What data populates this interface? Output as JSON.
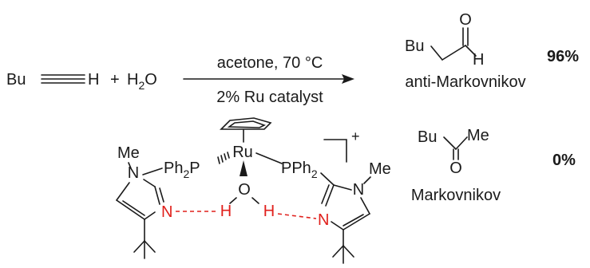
{
  "reaction": {
    "alkyne_bu": "Bu",
    "alkyne_h": "H",
    "plus_water_plus": "+",
    "water_h": "H",
    "water_sub": "2",
    "water_o": "O",
    "condition_top": "acetone, 70 °C",
    "condition_bottom": "2% Ru catalyst"
  },
  "products": {
    "anti": {
      "bu": "Bu",
      "o": "O",
      "h": "H",
      "label": "anti-Markovnikov",
      "yield": "96%"
    },
    "mark": {
      "bu": "Bu",
      "me": "Me",
      "o": "O",
      "label": "Markovnikov",
      "yield": "0%"
    }
  },
  "catalyst": {
    "charge": "+",
    "ru": "Ru",
    "o": "O",
    "h_center": "H",
    "left_ph_main": "Ph",
    "left_ph_sub": "2",
    "left_ph_p": "P",
    "right_pp": "PPh",
    "right_sub": "2",
    "n_left_top": "N",
    "n_left_bottom": "N",
    "h_left": "H",
    "me_left": "Me",
    "n_right_top": "N",
    "n_right_bottom": "N",
    "h_right": "H",
    "me_right": "Me"
  },
  "colors": {
    "bond": "#1a1a1a",
    "hydrogen_bond": "#e0201c"
  }
}
